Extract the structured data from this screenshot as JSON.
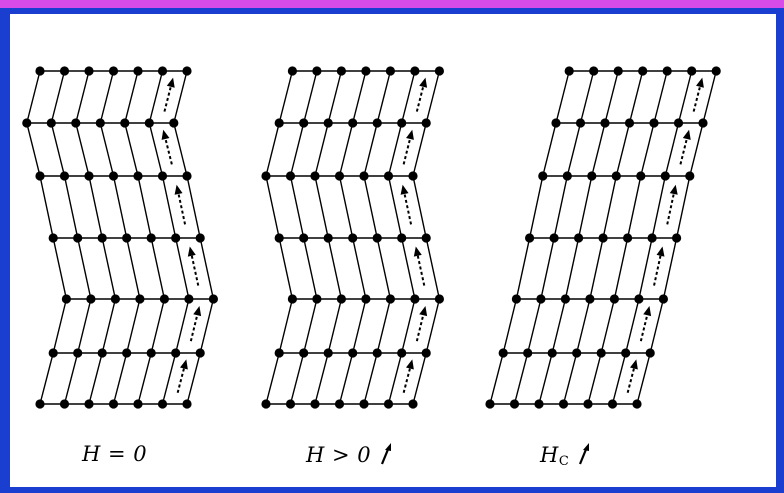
{
  "colors": {
    "background": "#1a3fd0",
    "stripe": "#d94be8",
    "panel": "#ffffff",
    "ink": "#000000"
  },
  "panels": [
    {
      "caption": "H = 0",
      "field_icon": null,
      "domain_pattern": [
        "up-right",
        "up-left",
        "up-left",
        "up-left",
        "up-right",
        "up-right"
      ]
    },
    {
      "caption": "H > 0",
      "field_icon": "field-arrow-icon",
      "domain_pattern": [
        "up-right",
        "up-right",
        "up-left",
        "up-left",
        "up-right",
        "up-right"
      ]
    },
    {
      "caption": "HC",
      "caption_main": "H",
      "caption_sub": "C",
      "field_icon": "field-arrow-icon",
      "domain_pattern": [
        "up-right",
        "up-right",
        "up-right",
        "up-right",
        "up-right",
        "up-right"
      ]
    }
  ]
}
